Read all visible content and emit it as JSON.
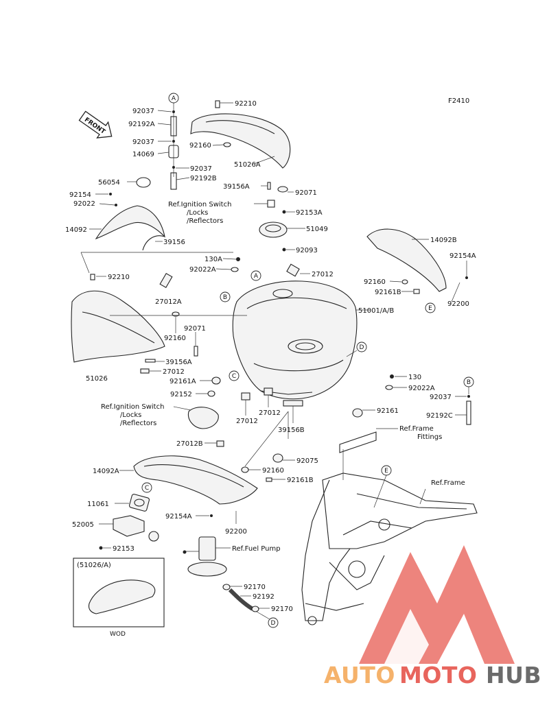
{
  "figure_code": "F2410",
  "front_arrow": "FRONT",
  "callouts": {
    "A": "A",
    "B": "B",
    "C": "C",
    "D": "D",
    "E": "E"
  },
  "parts": {
    "p92037_a": "92037",
    "p92192A": "92192A",
    "p92037_b": "92037",
    "p14069": "14069",
    "p92037_c": "92037",
    "p92192B": "92192B",
    "p92210_top": "92210",
    "p92160_top": "92160",
    "p51026A": "51026A",
    "p39156A_top": "39156A",
    "p92071_top": "92071",
    "p56054": "56054",
    "p92154": "92154",
    "p92022": "92022",
    "p14092": "14092",
    "p39156": "39156",
    "p92153A": "92153A",
    "p51049": "51049",
    "p92093": "92093",
    "p14092B": "14092B",
    "p92154A": "92154A",
    "p130A": "130A",
    "p92022A_top": "92022A",
    "p27012_top": "27012",
    "p92160_right": "92160",
    "p92161B_right": "92161B",
    "p92200_right": "92200",
    "p92210_left": "92210",
    "p27012A": "27012A",
    "p51001": "51001/A/B",
    "p92160_mid": "92160",
    "p92071_mid": "92071",
    "p39156A_mid": "39156A",
    "p27012_left": "27012",
    "p51026": "51026",
    "p130": "130",
    "p92022A_right": "92022A",
    "p92037_right": "92037",
    "p92161A": "92161A",
    "p92152": "92152",
    "p27012_c1": "27012",
    "p27012_c2": "27012",
    "p39156B": "39156B",
    "p92161": "92161",
    "p92192C": "92192C",
    "p27012B": "27012B",
    "p92075": "92075",
    "p14092A": "14092A",
    "p92160_low": "92160",
    "p92161B_low": "92161B",
    "p11061": "11061",
    "p52005": "52005",
    "p92153": "92153",
    "p92154A_low": "92154A",
    "p92200_low": "92200",
    "p92170_a": "92170",
    "p92192": "92192",
    "p92170_b": "92170"
  },
  "refs": {
    "ignition_top_1": "Ref.Ignition Switch",
    "ignition_top_2": "/Locks",
    "ignition_top_3": "/Reflectors",
    "ignition_mid_1": "Ref.Ignition Switch",
    "ignition_mid_2": "/Locks",
    "ignition_mid_3": "/Reflectors",
    "frame_fittings_1": "Ref.Frame",
    "frame_fittings_2": "Fittings",
    "frame": "Ref.Frame",
    "fuel_pump": "Ref.Fuel Pump"
  },
  "inset": {
    "title": "(51026/A)",
    "caption": "WOD"
  },
  "watermark": {
    "brand_part1": "AUTO",
    "brand_part2": "MOTO",
    "brand_part3": "HUB",
    "color_orange": "#f5b26b",
    "color_red": "#e8655d",
    "color_gray": "#6b6b6b"
  }
}
